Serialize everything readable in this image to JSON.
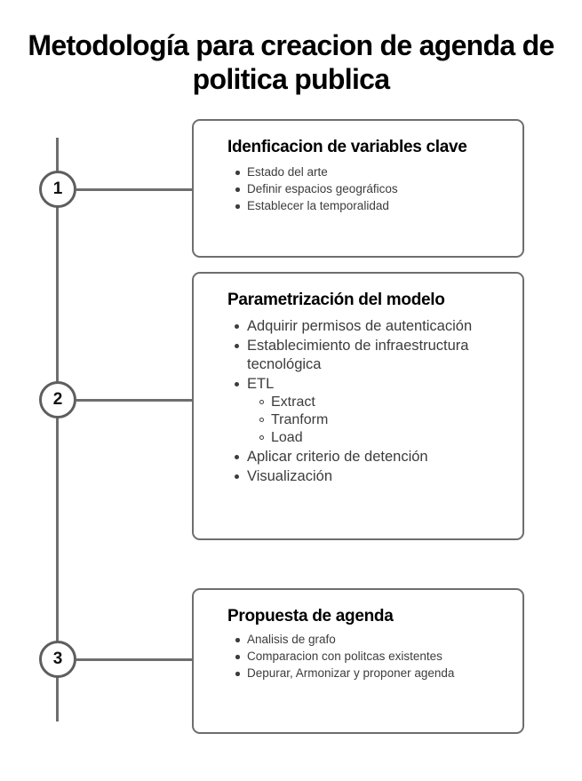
{
  "page": {
    "title": "Metodología para creacion de agenda de politica publica",
    "background_color": "#ffffff",
    "line_color": "#6e6e6e",
    "heading_color": "#000000",
    "body_text_color": "#3c3c3c"
  },
  "timeline": {
    "steps": [
      {
        "number": "1",
        "heading": "Idenficacion de variables clave",
        "items": [
          {
            "text": "Estado del arte",
            "children": []
          },
          {
            "text": "Definir espacios geográficos",
            "children": []
          },
          {
            "text": "Establecer la temporalidad",
            "children": []
          }
        ]
      },
      {
        "number": "2",
        "heading": "Parametrización del modelo",
        "items": [
          {
            "text": "Adquirir permisos de autenticación",
            "children": []
          },
          {
            "text": "Establecimiento de infraestructura tecnológica",
            "children": []
          },
          {
            "text": "ETL",
            "children": [
              "Extract",
              "Tranform",
              "Load"
            ]
          },
          {
            "text": "Aplicar criterio de detención",
            "children": []
          },
          {
            "text": "Visualización",
            "children": []
          }
        ]
      },
      {
        "number": "3",
        "heading": "Propuesta de agenda",
        "items": [
          {
            "text": "Analisis de grafo",
            "children": []
          },
          {
            "text": "Comparacion con politcas existentes",
            "children": []
          },
          {
            "text": "Depurar, Armonizar y proponer agenda",
            "children": []
          }
        ]
      }
    ]
  }
}
